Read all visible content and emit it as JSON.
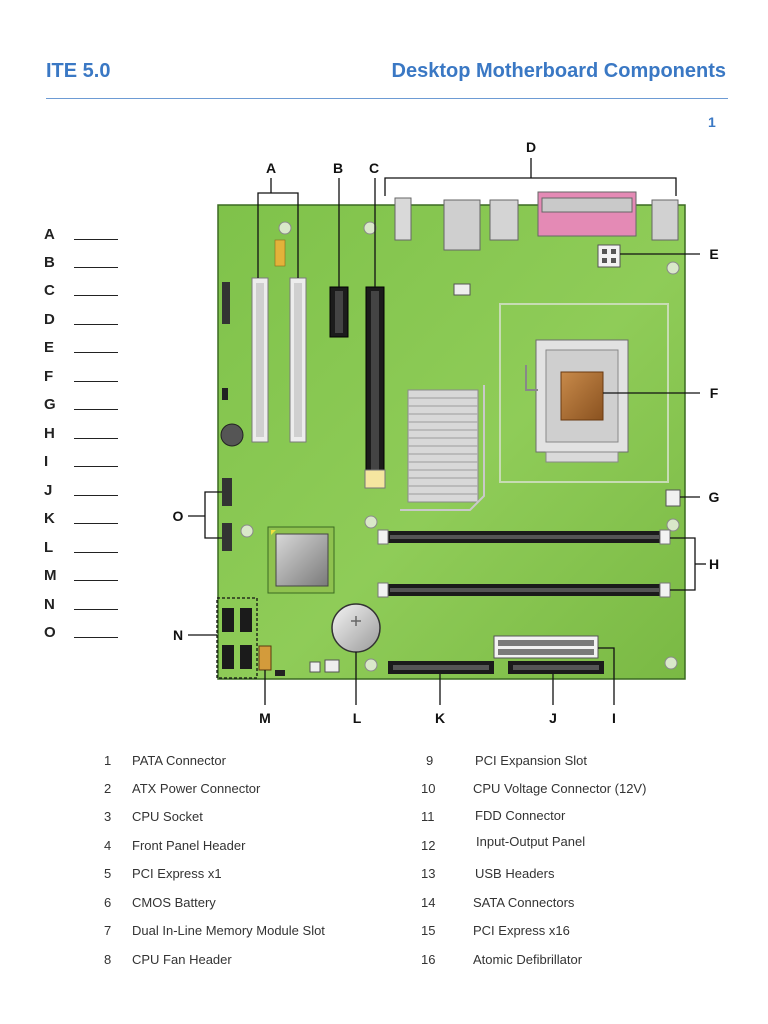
{
  "header": {
    "left_title": "ITE 5.0",
    "right_title": "Desktop Motherboard Components"
  },
  "page_number": "1",
  "answer_key": [
    "A",
    "B",
    "C",
    "D",
    "E",
    "F",
    "G",
    "H",
    "I",
    "J",
    "K",
    "L",
    "M",
    "N",
    "O"
  ],
  "callouts": {
    "A": "A",
    "B": "B",
    "C": "C",
    "D": "D",
    "E": "E",
    "F": "F",
    "G": "G",
    "H": "H",
    "I": "I",
    "J": "J",
    "K": "K",
    "L": "L",
    "M": "M",
    "N": "N",
    "O": "O"
  },
  "legend": [
    {
      "num": "1",
      "label": "PATA Connector"
    },
    {
      "num": "2",
      "label": "ATX Power Connector"
    },
    {
      "num": "3",
      "label": "CPU Socket"
    },
    {
      "num": "4",
      "label": "Front Panel Header"
    },
    {
      "num": "5",
      "label": "PCI Express x1"
    },
    {
      "num": "6",
      "label": "CMOS Battery"
    },
    {
      "num": "7",
      "label": "Dual In-Line Memory Module Slot"
    },
    {
      "num": "8",
      "label": "CPU Fan Header"
    },
    {
      "num": "9",
      "label": "PCI Expansion Slot"
    },
    {
      "num": "10",
      "label": "CPU Voltage Connector (12V)"
    },
    {
      "num": "11",
      "label": "FDD Connector"
    },
    {
      "num": "12",
      "label": "Input-Output Panel"
    },
    {
      "num": "13",
      "label": "USB Headers"
    },
    {
      "num": "14",
      "label": "SATA Connectors"
    },
    {
      "num": "15",
      "label": "PCI Express x16"
    },
    {
      "num": "16",
      "label": "Atomic Defibrillator"
    }
  ],
  "colors": {
    "accent": "#3a78c4",
    "board": "#8cc850",
    "slot": "#e6e6e6"
  }
}
